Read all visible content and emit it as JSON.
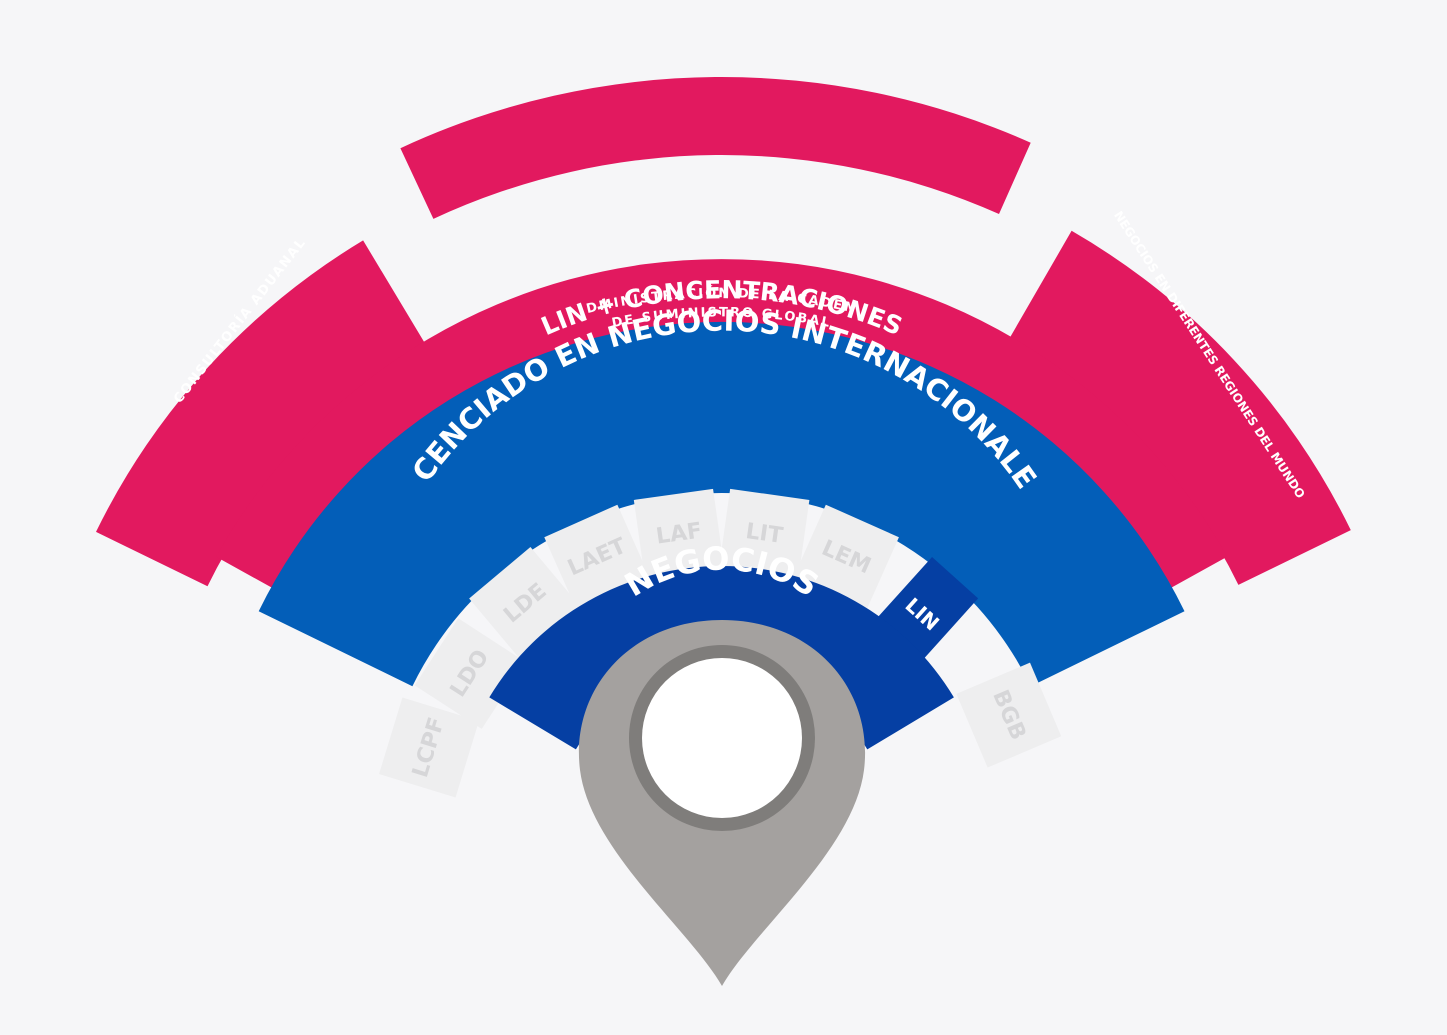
{
  "colors": {
    "background": "#f6f6f8",
    "magenta": "#e2195f",
    "blue": "#035eb8",
    "dark_blue": "#053fa3",
    "tile": "#eeeeef",
    "tile_text": "#d6d6d8",
    "pin": "#a4a19f",
    "pin_ring": "#7f7d7b",
    "white": "#ffffff"
  },
  "outer_ring": {
    "left": "CONSULTORÍA ADUANAL",
    "top_line1": "ADMINISTRACIÓN DE LA CADENA",
    "top_line2": "DE SUMINISTRO GLOBAL",
    "right": "NEGOCIOS EN DIFERENTES REGIONES DEL MUNDO"
  },
  "concentrations_ring": {
    "label": "LIN + CONCENTRACIONES"
  },
  "degree_ring": {
    "label": "LICENCIADO EN NEGOCIOS INTERNACIONALES"
  },
  "programs": [
    "LCPF",
    "LDO",
    "LDE",
    "LAET",
    "LAF",
    "LIT",
    "LEM",
    "LIN",
    "BGB"
  ],
  "highlighted_program": "LIN",
  "business_ring": {
    "label": "NEGOCIOS"
  },
  "pin": {
    "icon": "location-pin-icon"
  }
}
